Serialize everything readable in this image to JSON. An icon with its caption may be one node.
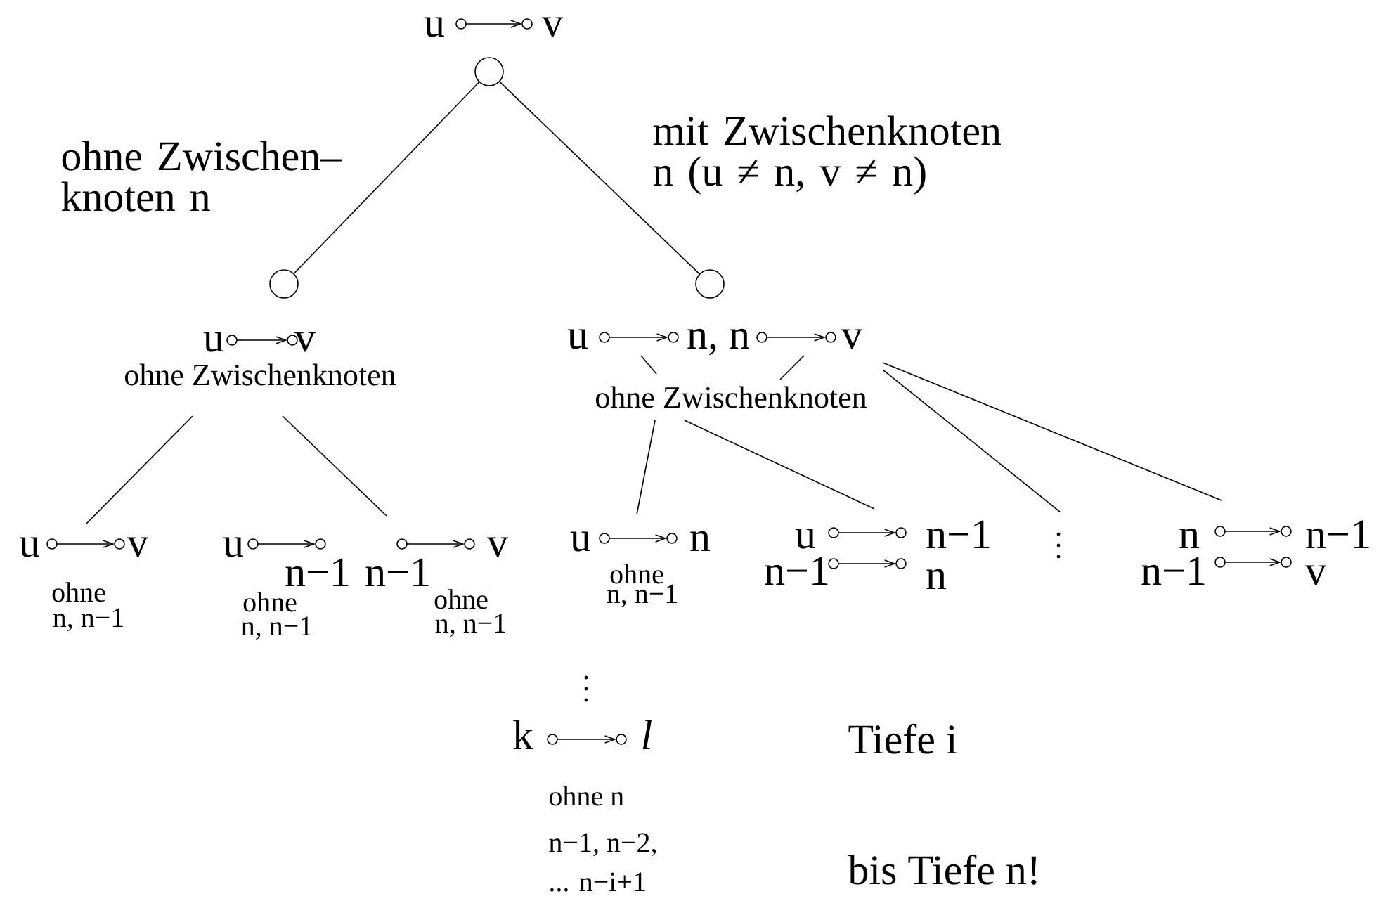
{
  "diagram": {
    "nodes": [
      {
        "text": [
          "u",
          "v"
        ]
      },
      {
        "text": [],
        "shape": "circle"
      },
      {
        "text": [],
        "shape": "circle"
      },
      {
        "text": [
          "u",
          "v",
          "ohne Zwischenknoten"
        ]
      },
      {
        "text": [
          "u",
          "n, n",
          "v",
          "ohne Zwischenknoten"
        ]
      },
      {
        "text": [
          "u",
          "v",
          "ohne",
          "n, n−1"
        ]
      },
      {
        "text": [
          "u",
          "n−1",
          "n−1",
          "v",
          "ohne",
          "n, n−1",
          "ohne",
          "n, n−1"
        ]
      },
      {
        "text": [
          "u",
          "n",
          "ohne",
          "n, n−1"
        ]
      },
      {
        "text": [
          "u",
          "n−1",
          "n−1",
          "n"
        ]
      },
      {
        "text": [],
        "shape": "dots"
      },
      {
        "text": [
          "n",
          "n−1",
          "n−1",
          "v"
        ]
      },
      {
        "text": [
          "k",
          "l",
          "ohne n",
          "n−1, n−2,",
          "... n−i+1"
        ]
      }
    ],
    "edges": [
      {
        "from": 0,
        "to": 1,
        "arrow": "none",
        "label": "ohne Zwischen– knoten n"
      },
      {
        "from": 0,
        "to": 2,
        "arrow": "none",
        "label": "mit Zwischenknoten n (u ≠ n, v ≠ n)"
      },
      {
        "from": 3,
        "to": 5,
        "arrow": "none"
      },
      {
        "from": 3,
        "to": 6,
        "arrow": "none"
      },
      {
        "from": 4,
        "to": 7,
        "arrow": "none"
      },
      {
        "from": 4,
        "to": 8,
        "arrow": "none"
      },
      {
        "from": 4,
        "to": 9,
        "arrow": "none"
      },
      {
        "from": 4,
        "to": 10,
        "arrow": "none"
      }
    ],
    "labels": [
      "Tiefe i",
      "bis Tiefe n!"
    ]
  }
}
